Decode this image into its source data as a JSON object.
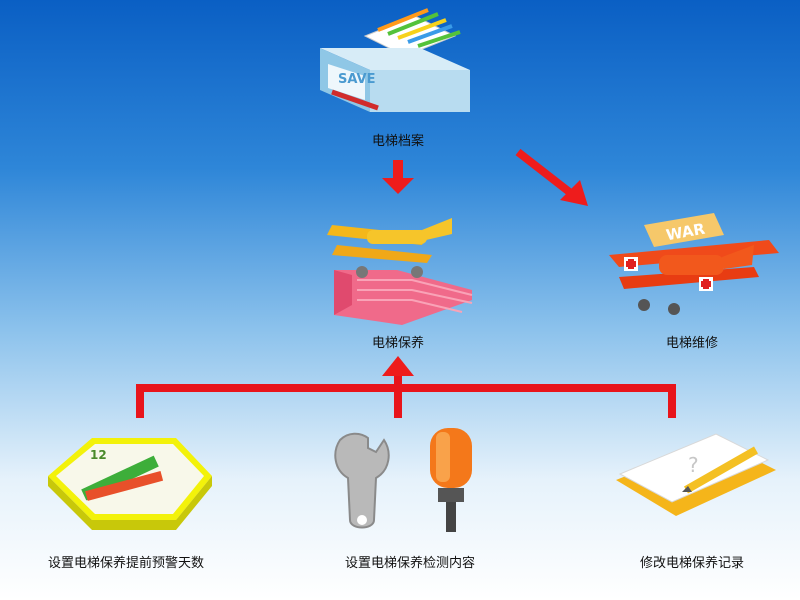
{
  "nodes": {
    "archive": {
      "label": "电梯档案",
      "icon": "archive-box-icon",
      "badge": "SAVE"
    },
    "maintenance": {
      "label": "电梯保养",
      "icon": "biplane-on-steps-icon"
    },
    "repair": {
      "label": "电梯维修",
      "icon": "war-biplane-icon",
      "badge": "WAR"
    },
    "warning_days": {
      "label": "设置电梯保养提前预警天数",
      "icon": "pencils-clock-icon",
      "badge": "12"
    },
    "check_content": {
      "label": "设置电梯保养检测内容",
      "icon": "wrench-screwdriver-icon"
    },
    "edit_records": {
      "label": "修改电梯保养记录",
      "icon": "notepad-pencil-icon"
    }
  },
  "colors": {
    "arrow": "#ee1c1c",
    "connector": "#e8141b"
  }
}
